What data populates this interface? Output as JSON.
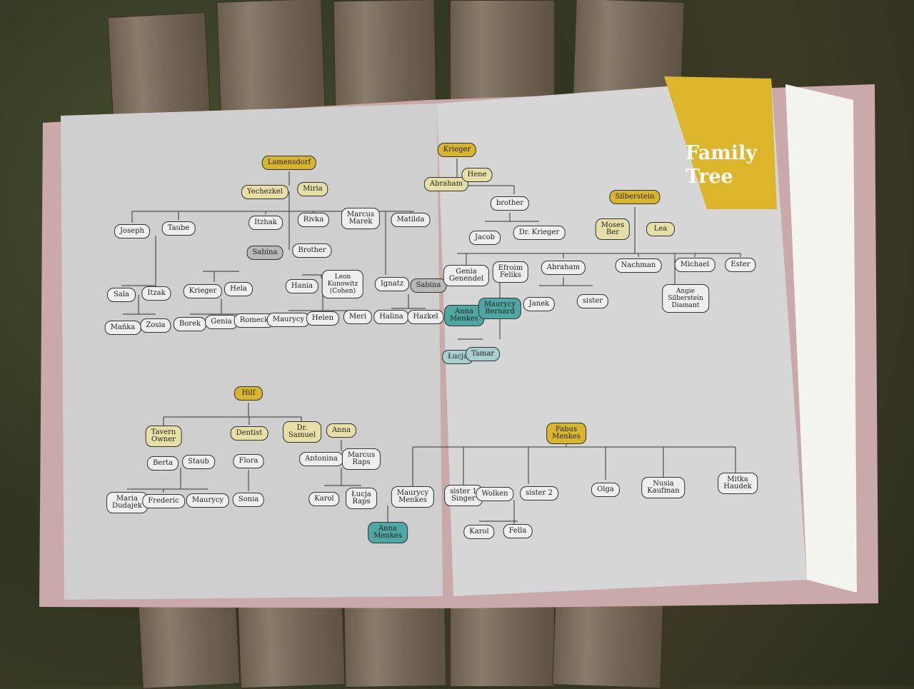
{
  "title": "Family\nTree",
  "colors": {
    "gold": "#d9b52e",
    "light_yellow": "#e6e0a6",
    "teal": "#4fa7a4",
    "light_teal": "#a8cfcc",
    "gray": "#b8b8b8",
    "white": "#eeeeee"
  },
  "nodes": [
    {
      "label": "Lamensdorf",
      "kind": "g"
    },
    {
      "label": "Yechezkel",
      "kind": "y"
    },
    {
      "label": "Miria",
      "kind": "y"
    },
    {
      "label": "Joseph",
      "kind": "w"
    },
    {
      "label": "Taube",
      "kind": "w"
    },
    {
      "label": "Itzhak",
      "kind": "w"
    },
    {
      "label": "Rivka",
      "kind": "w"
    },
    {
      "label": "Marcus\nMarek",
      "kind": "w"
    },
    {
      "label": "Matilda",
      "kind": "w"
    },
    {
      "label": "Sabina",
      "kind": "d"
    },
    {
      "label": "Brother",
      "kind": "w"
    },
    {
      "label": "Sala",
      "kind": "w"
    },
    {
      "label": "Itzak",
      "kind": "w"
    },
    {
      "label": "Krieger",
      "kind": "w"
    },
    {
      "label": "Hela",
      "kind": "w"
    },
    {
      "label": "Hania",
      "kind": "w"
    },
    {
      "label": "Leon\nKunowitz\n(Cohen)",
      "kind": "w"
    },
    {
      "label": "Ignatz",
      "kind": "w"
    },
    {
      "label": "Sabina",
      "kind": "d"
    },
    {
      "label": "Mańka",
      "kind": "w"
    },
    {
      "label": "Zosia",
      "kind": "w"
    },
    {
      "label": "Borek",
      "kind": "w"
    },
    {
      "label": "Genia",
      "kind": "w"
    },
    {
      "label": "Romeck",
      "kind": "w"
    },
    {
      "label": "Maurycy",
      "kind": "w"
    },
    {
      "label": "Helen",
      "kind": "w"
    },
    {
      "label": "Meri",
      "kind": "w"
    },
    {
      "label": "Halina",
      "kind": "w"
    },
    {
      "label": "Hazkel",
      "kind": "w"
    },
    {
      "label": "Hilf",
      "kind": "g"
    },
    {
      "label": "Tavern\nOwner",
      "kind": "y"
    },
    {
      "label": "Dentist",
      "kind": "y"
    },
    {
      "label": "Dr.\nSamuel",
      "kind": "y"
    },
    {
      "label": "Anna",
      "kind": "y"
    },
    {
      "label": "Berta",
      "kind": "w"
    },
    {
      "label": "Staub",
      "kind": "w"
    },
    {
      "label": "Flora",
      "kind": "w"
    },
    {
      "label": "Antonina",
      "kind": "w"
    },
    {
      "label": "Marcus\nRaps",
      "kind": "w"
    },
    {
      "label": "Maria\nDudajek",
      "kind": "w"
    },
    {
      "label": "Frederic",
      "kind": "w"
    },
    {
      "label": "Maurycy",
      "kind": "w"
    },
    {
      "label": "Sonia",
      "kind": "w"
    },
    {
      "label": "Karol",
      "kind": "w"
    },
    {
      "label": "Łucja\nRaps",
      "kind": "w"
    },
    {
      "label": "Maurycy\nMenkes",
      "kind": "w"
    },
    {
      "label": "Anna\nMenkes",
      "kind": "t"
    },
    {
      "label": "Krieger",
      "kind": "g"
    },
    {
      "label": "Abraham",
      "kind": "y"
    },
    {
      "label": "Hene",
      "kind": "y"
    },
    {
      "label": "brother",
      "kind": "w"
    },
    {
      "label": "Jacob",
      "kind": "w"
    },
    {
      "label": "Dr. Krieger",
      "kind": "w"
    },
    {
      "label": "Genia\nGenendel",
      "kind": "w"
    },
    {
      "label": "Efroim\nFeliks",
      "kind": "w"
    },
    {
      "label": "Abraham",
      "kind": "w"
    },
    {
      "label": "Anna\nMenkes",
      "kind": "t"
    },
    {
      "label": "Maurycy\nBernard",
      "kind": "t"
    },
    {
      "label": "Łucja",
      "kind": "lt"
    },
    {
      "label": "Tamar",
      "kind": "lt"
    },
    {
      "label": "Janek",
      "kind": "w"
    },
    {
      "label": "sister",
      "kind": "w"
    },
    {
      "label": "Silberstein",
      "kind": "g"
    },
    {
      "label": "Moses\nBer",
      "kind": "y"
    },
    {
      "label": "Lea",
      "kind": "y"
    },
    {
      "label": "Nachman",
      "kind": "w"
    },
    {
      "label": "Michael",
      "kind": "w"
    },
    {
      "label": "Ester",
      "kind": "w"
    },
    {
      "label": "Angie\nSilberstein\nDiamant",
      "kind": "w"
    },
    {
      "label": "Fabus\nMenkes",
      "kind": "g"
    },
    {
      "label": "sister 1\nSinger",
      "kind": "w"
    },
    {
      "label": "Wolken",
      "kind": "w"
    },
    {
      "label": "sister 2",
      "kind": "w"
    },
    {
      "label": "Olga",
      "kind": "w"
    },
    {
      "label": "Nusia\nKaufman",
      "kind": "w"
    },
    {
      "label": "Mitka\nHaudek",
      "kind": "w"
    },
    {
      "label": "Karol",
      "kind": "w"
    },
    {
      "label": "Fella",
      "kind": "w"
    }
  ]
}
